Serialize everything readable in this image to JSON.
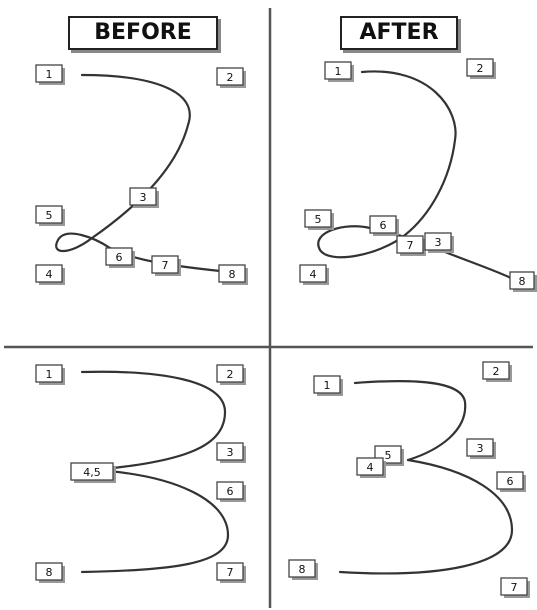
{
  "headers": {
    "before": "BEFORE",
    "after": "AFTER"
  },
  "panels": {
    "before_two": {
      "labels": [
        "1",
        "2",
        "3",
        "5",
        "4",
        "6",
        "7",
        "8"
      ]
    },
    "after_two": {
      "labels": [
        "1",
        "2",
        "5",
        "6",
        "7",
        "3",
        "4",
        "8"
      ]
    },
    "before_three": {
      "labels": [
        "1",
        "2",
        "3",
        "4,5",
        "6",
        "8",
        "7"
      ]
    },
    "after_three": {
      "labels": [
        "1",
        "2",
        "5",
        "4",
        "3",
        "6",
        "8",
        "7"
      ]
    }
  }
}
